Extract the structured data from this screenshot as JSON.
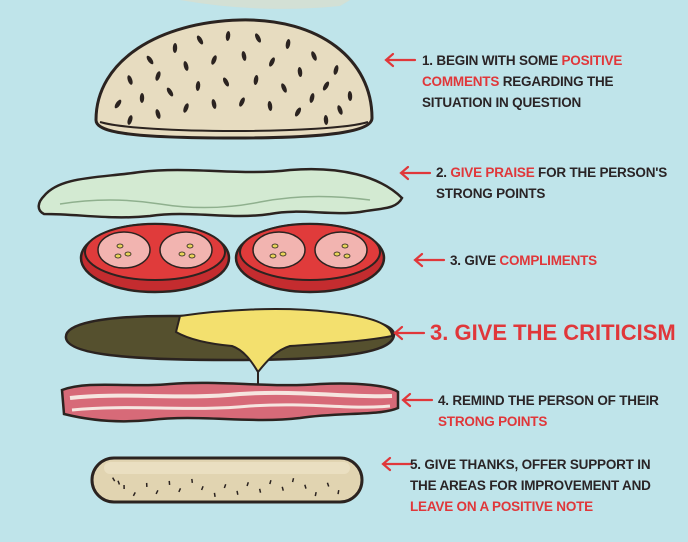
{
  "colors": {
    "background": "#bfe4ea",
    "text": "#2a2426",
    "highlight": "#e0373a",
    "bun": "#e7dcc0",
    "lettuce": "#d3ead2",
    "tomato": "#e03b3b",
    "patty": "#55502e",
    "cheese": "#f3e06e",
    "bacon": "#d76a78",
    "bottom_bun": "#e1d4b1"
  },
  "steps": [
    {
      "lines": [
        [
          {
            "text": "1. Begin with some "
          },
          {
            "text": "positive",
            "hl": true
          }
        ],
        [
          {
            "text": "comments",
            "hl": true
          },
          {
            "text": " regarding the"
          }
        ],
        [
          {
            "text": "situation in question"
          }
        ]
      ]
    },
    {
      "lines": [
        [
          {
            "text": "2. "
          },
          {
            "text": "Give praise",
            "hl": true
          },
          {
            "text": " for the person's"
          }
        ],
        [
          {
            "text": "strong points"
          }
        ]
      ]
    },
    {
      "lines": [
        [
          {
            "text": "3. Give "
          },
          {
            "text": "compliments",
            "hl": true
          }
        ]
      ]
    },
    {
      "lines": [
        [
          {
            "text": "3. Give the criticism"
          }
        ]
      ]
    },
    {
      "lines": [
        [
          {
            "text": "4. Remind the person of their"
          }
        ],
        [
          {
            "text": "strong points",
            "hl": true
          }
        ]
      ]
    },
    {
      "lines": [
        [
          {
            "text": "5. Give thanks, offer support in"
          }
        ],
        [
          {
            "text": "the areas for improvement and"
          }
        ],
        [
          {
            "text": "leave on a positive note",
            "hl": true
          }
        ]
      ]
    }
  ]
}
